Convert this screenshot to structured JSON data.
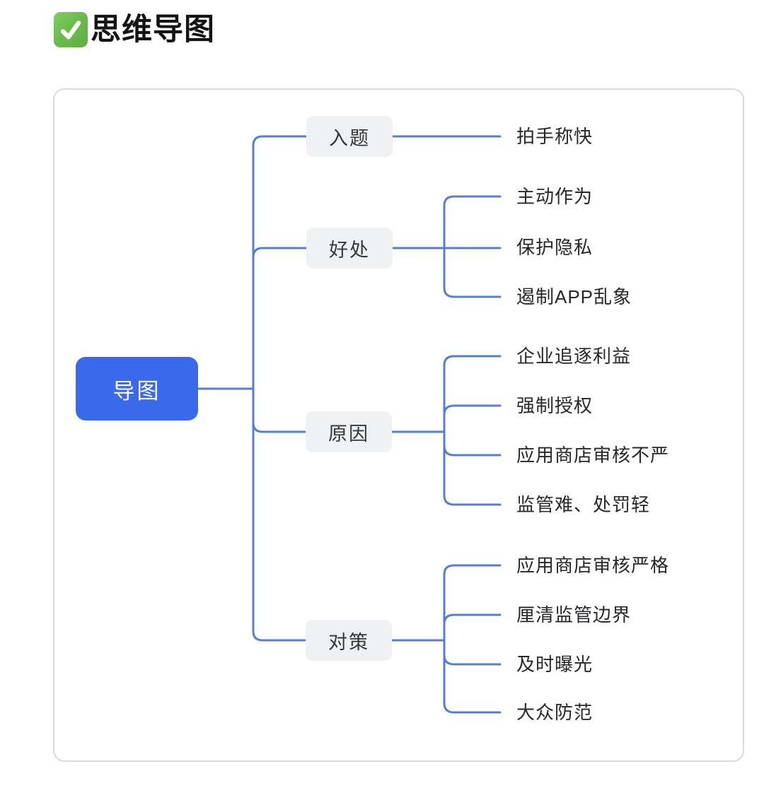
{
  "title": {
    "text": "思维导图",
    "icon": "check-mark-icon"
  },
  "mindmap": {
    "root": {
      "label": "导图"
    },
    "branches": [
      {
        "label": "入题",
        "children": [
          "拍手称快"
        ]
      },
      {
        "label": "好处",
        "children": [
          "主动作为",
          "保护隐私",
          "遏制APP乱象"
        ]
      },
      {
        "label": "原因",
        "children": [
          "企业追逐利益",
          "强制授权",
          "应用商店审核不严",
          "监管难、处罚轻"
        ]
      },
      {
        "label": "对策",
        "children": [
          "应用商店审核严格",
          "厘清监管边界",
          "及时曝光",
          "大众防范"
        ]
      }
    ]
  },
  "colors": {
    "root_bg": "#3a69ec",
    "root_text": "#ffffff",
    "branch_bg": "#f0f1f3",
    "branch_text": "#34383e",
    "leaf_text": "#26282b",
    "connector_line": "#5580d2",
    "card_border": "#dbdbdb",
    "check_green": "#6cbb4e"
  }
}
